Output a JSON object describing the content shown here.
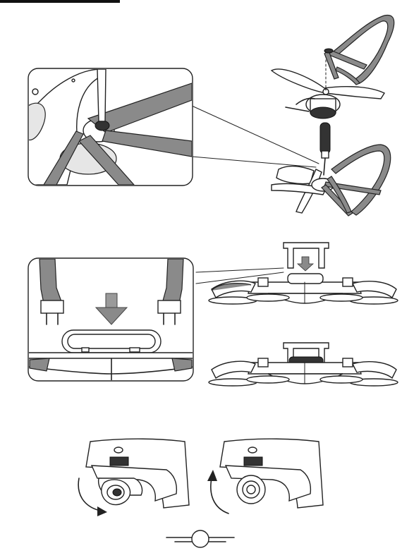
{
  "page": {
    "background": "#ffffff",
    "line_color": "#222222",
    "part_gray": "#8a8a8a"
  },
  "figures": [
    {
      "id": "propeller-guard-install",
      "icons": [
        "propeller-guard-icon",
        "screwdriver-icon",
        "propeller-icon",
        "motor-icon"
      ]
    },
    {
      "id": "landing-gear-install",
      "icons": [
        "landing-gear-icon",
        "down-arrow-icon",
        "drone-body-icon"
      ]
    },
    {
      "id": "camera-mount-rotate",
      "icons": [
        "camera-lens-icon",
        "rotate-arrow-icon"
      ]
    }
  ],
  "footer": {
    "ornament_icon": "circle-ornament-icon"
  }
}
